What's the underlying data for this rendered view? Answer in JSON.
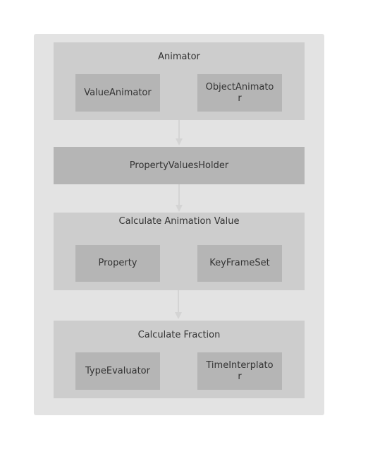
{
  "diagram": {
    "groups": [
      {
        "title": "Animator",
        "boxes": [
          "ValueAnimator",
          "ObjectAnimator"
        ]
      },
      {
        "title": "PropertyValuesHolder"
      },
      {
        "title": "Calculate Animation Value",
        "boxes": [
          "Property",
          "KeyFrameSet"
        ]
      },
      {
        "title": "Calculate Fraction",
        "boxes": [
          "TypeEvaluator",
          "TimeInterplator"
        ]
      }
    ]
  }
}
